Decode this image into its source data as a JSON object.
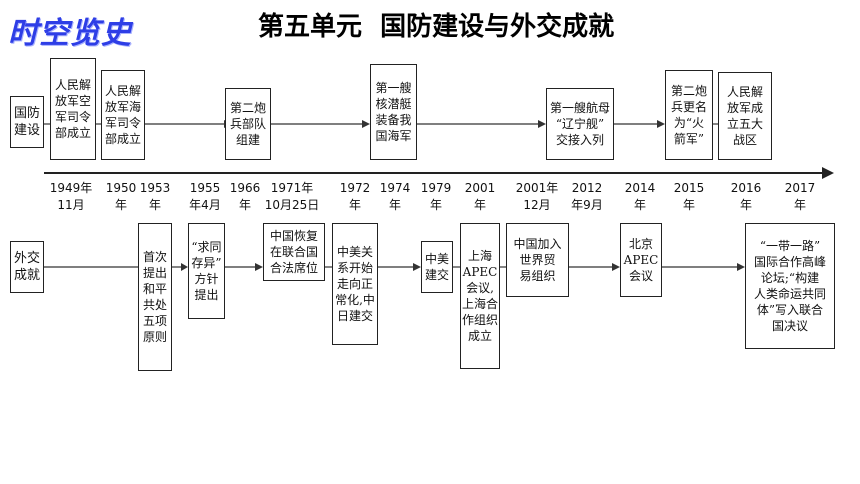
{
  "logo": "时空览史",
  "title": "第五单元  国防建设与外交成就",
  "categories": {
    "defense": "国防\n建设",
    "diplomacy": "外交\n成就"
  },
  "years": [
    "1949年\n11月",
    "1950\n年",
    "1953\n年",
    "1955\n年4月",
    "1966\n年",
    "1971年\n10月25日",
    "1972\n年",
    "1974\n年",
    "1979\n年",
    "2001\n年",
    "2001年\n12月",
    "2012\n年9月",
    "2014\n年",
    "2015\n年",
    "2016\n年",
    "2017\n年"
  ],
  "defense_events": [
    "人民解\n放军空\n军司令\n部成立",
    "人民解\n放军海\n军司令\n部成立",
    "第二炮\n兵部队\n组建",
    "第一艘\n核潜艇\n装备我\n国海军",
    "第一艘航母\n“辽宁舰”\n交接入列",
    "第二炮\n兵更名\n为“火\n箭军”",
    "人民解\n放军成\n立五大\n战区"
  ],
  "diplomacy_events": [
    "首次\n提出\n和平\n共处\n五项\n原则",
    "“求同\n存异”\n方针\n提出",
    "中国恢复\n在联合国\n合法席位",
    "中美关\n系开始\n走向正\n常化,中\n日建交",
    "中美\n建交",
    "上海\nAPEC\n会议,\n上海合\n作组织\n成立",
    "中国加入\n世界贸\n易组织",
    "北京\nAPEC\n会议",
    "“一带一路”\n国际合作高峰\n论坛;“构建\n人类命运共同\n体”写入联合\n国决议"
  ]
}
